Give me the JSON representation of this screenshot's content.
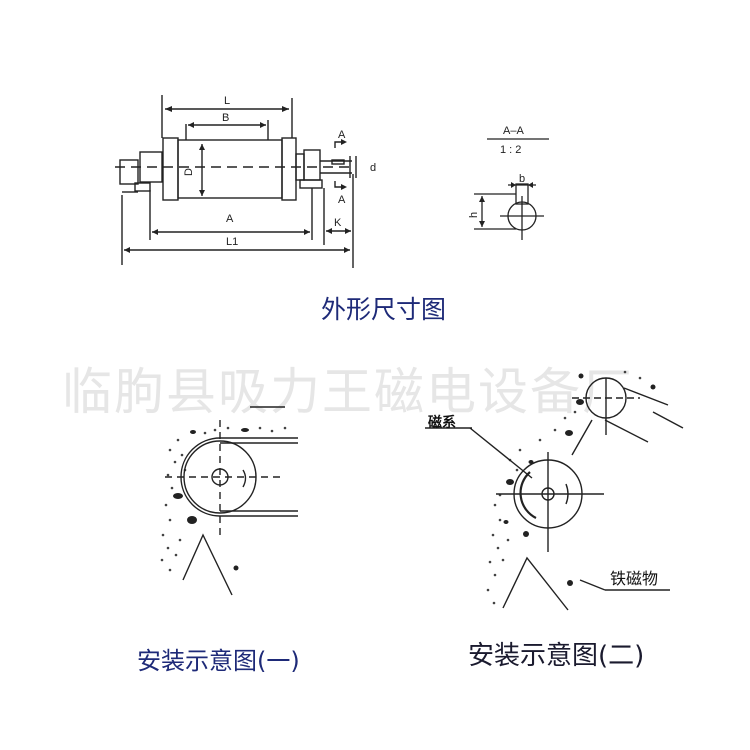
{
  "watermark": "临朐县吸力王磁电设备厂",
  "dimension_drawing": {
    "caption": "外形尺寸图",
    "labels": {
      "L": "L",
      "B": "B",
      "D": "D",
      "A": "A",
      "L1": "L1",
      "K": "K",
      "d": "d",
      "section_arrow_top": "A",
      "section_arrow_bottom": "A"
    }
  },
  "section_view": {
    "title": "A–A",
    "scale": "1 : 2",
    "labels": {
      "b": "b",
      "h": "h"
    }
  },
  "install_1": {
    "caption": "安装示意图(一)"
  },
  "install_2": {
    "caption": "安装示意图(二)",
    "labels": {
      "magnet_system": "磁系",
      "ferromagnetic": "铁磁物"
    }
  },
  "colors": {
    "caption": "#1e2a78",
    "line": "#222222",
    "watermark": "#e6e6e6"
  }
}
